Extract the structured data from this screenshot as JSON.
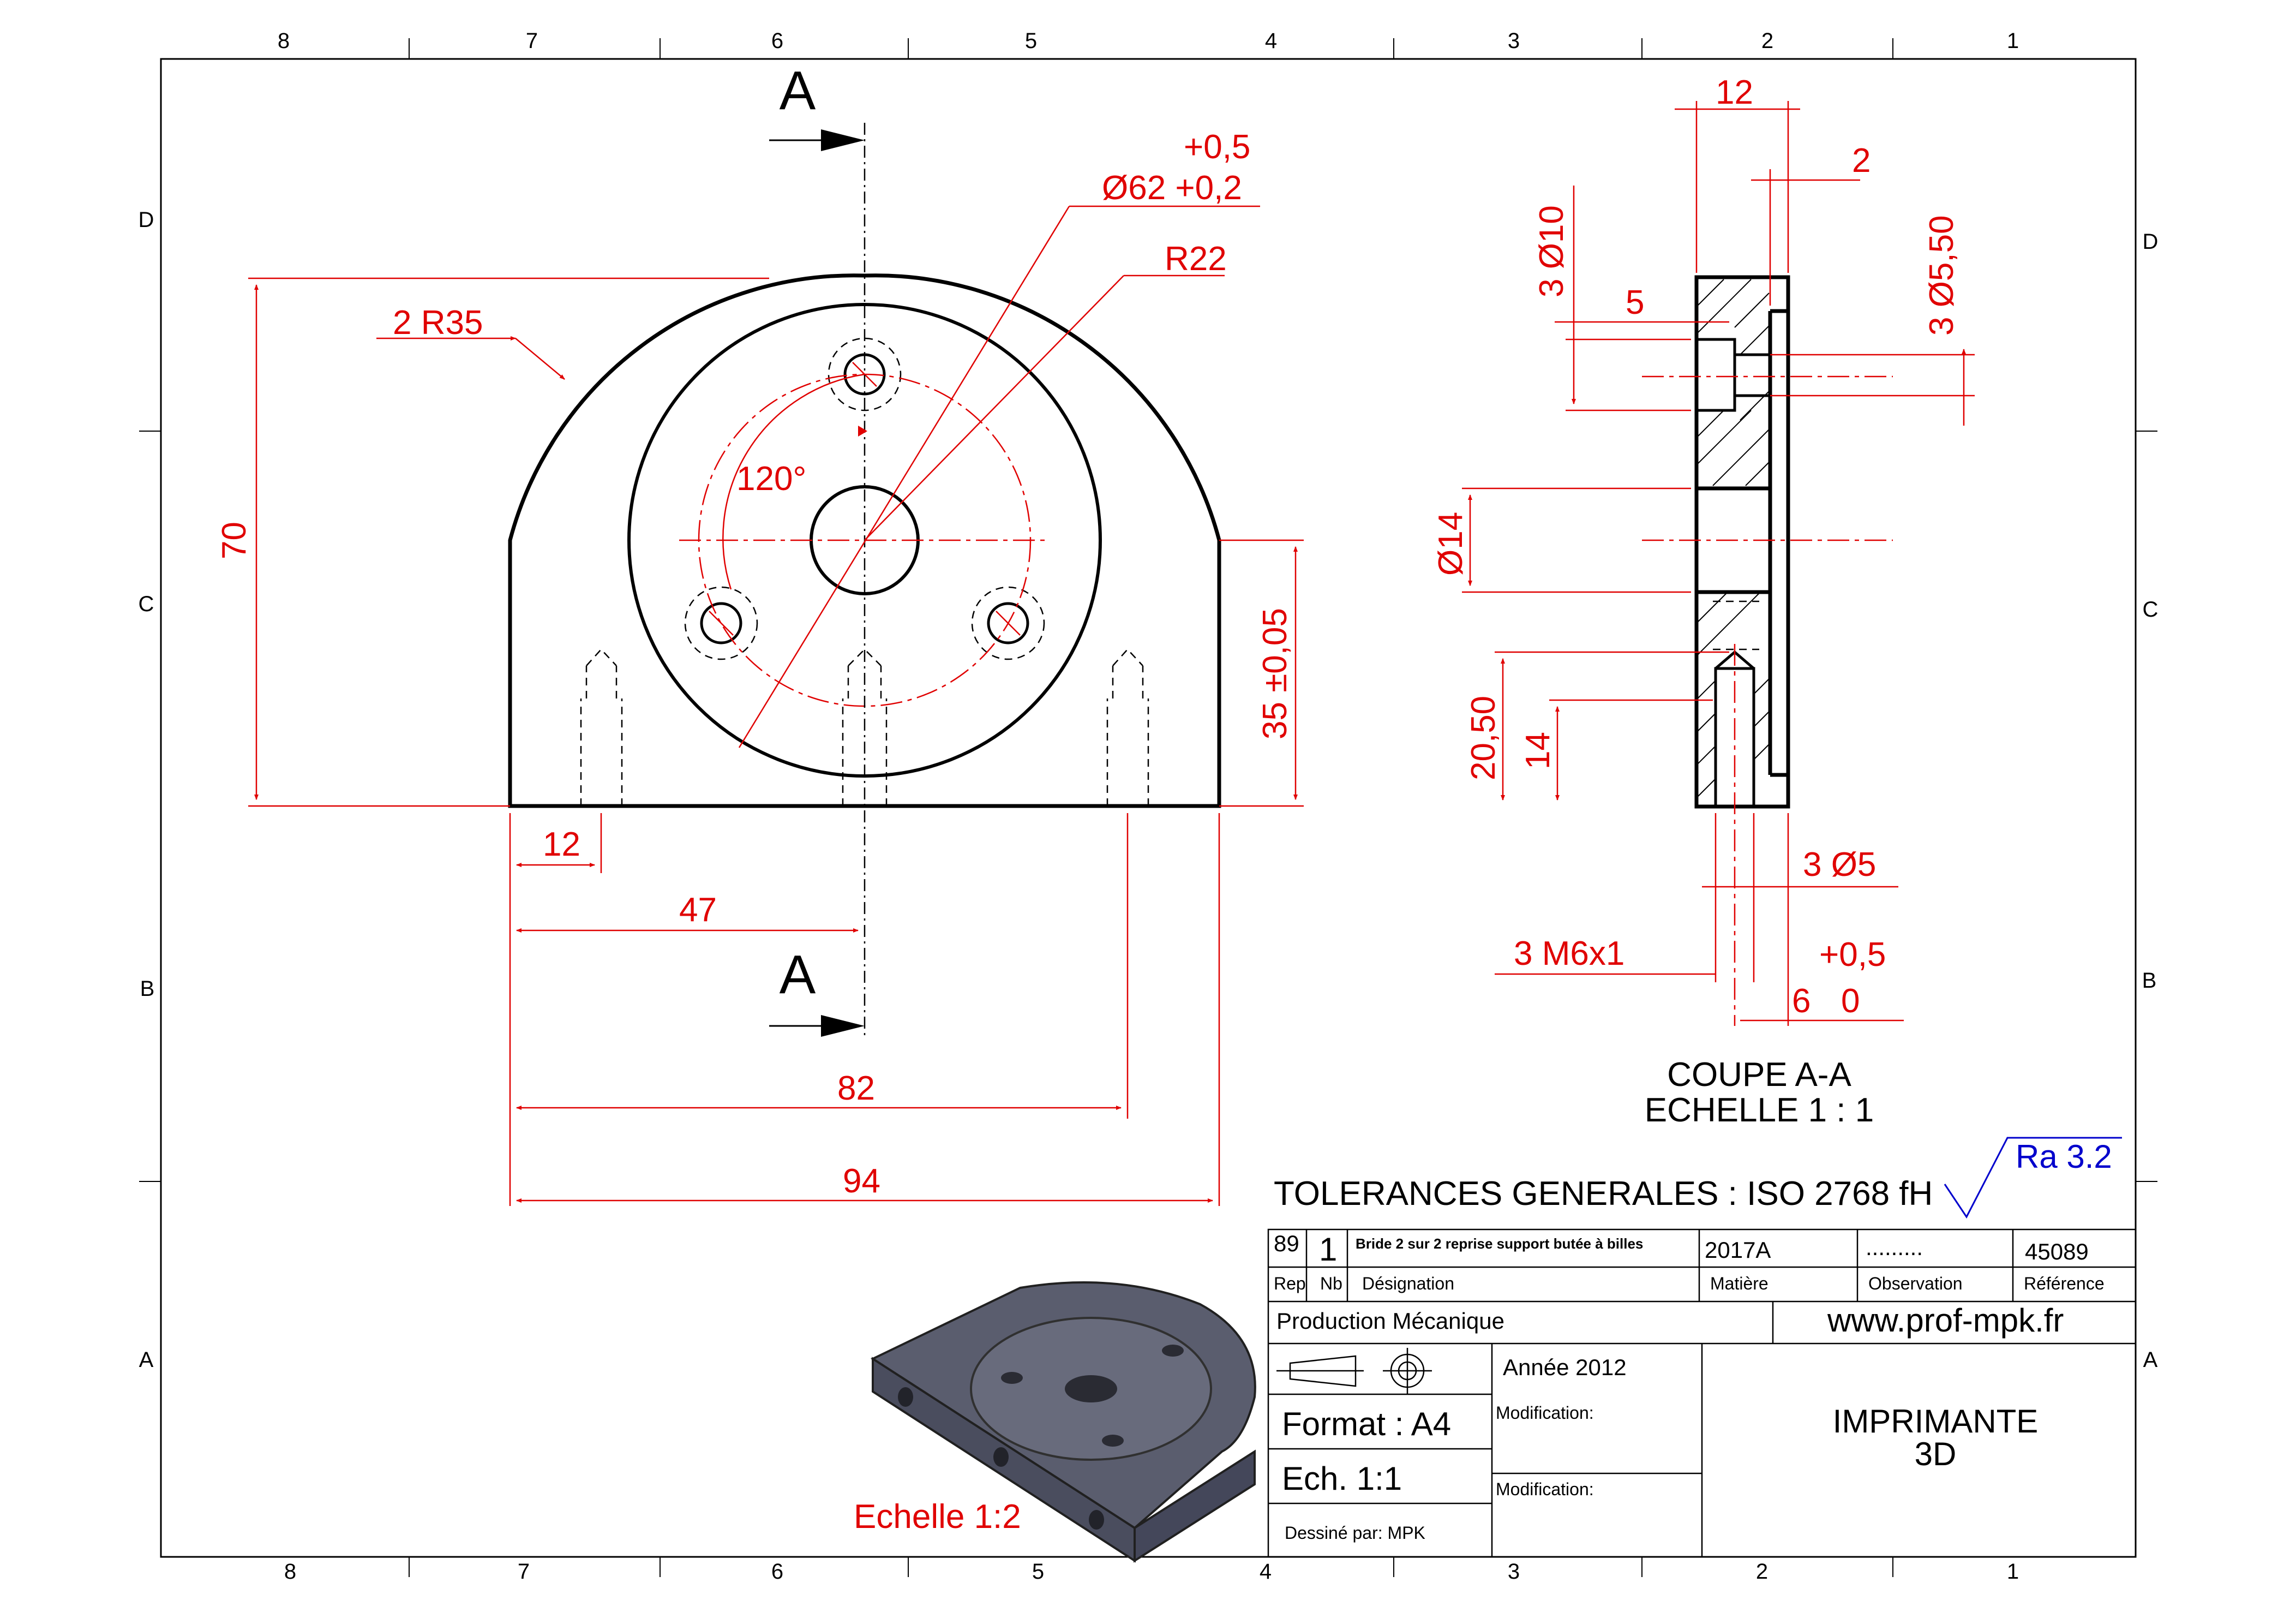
{
  "frame": {
    "cols_top": [
      "8",
      "7",
      "6",
      "5",
      "4",
      "3",
      "2",
      "1"
    ],
    "cols_bottom": [
      "8",
      "7",
      "6",
      "5",
      "4",
      "3",
      "2",
      "1"
    ],
    "rows_left": [
      "D",
      "C",
      "B",
      "A"
    ],
    "rows_right": [
      "D",
      "C",
      "B",
      "A"
    ]
  },
  "front_view": {
    "section_label_top": "A",
    "section_label_bottom": "A",
    "dims": {
      "tol_upper": "+0,5",
      "dia_62": "Ø62 +0,2",
      "r22": "R22",
      "r35": "2 R35",
      "angle": "120°",
      "h70": "70",
      "h35": "35 ±0,05",
      "w12": "12",
      "w47": "47",
      "w82": "82",
      "w94": "94"
    }
  },
  "section_view": {
    "dims": {
      "top12": "12",
      "top2": "2",
      "cbore": "3 Ø10",
      "hole550": "3 Ø5,50",
      "depth5": "5",
      "bore14": "Ø14",
      "h2050": "20,50",
      "h14": "14",
      "dia5": "3 Ø5",
      "thread": "3 M6x1",
      "tol_plus": "+0,5",
      "depth6": "6",
      "tol_zero": "0"
    },
    "caption_line1": "COUPE A-A",
    "caption_line2": "ECHELLE 1 : 1"
  },
  "iso_view": {
    "scale_label": "Echelle 1:2"
  },
  "tolerances": {
    "general": "TOLERANCES GENERALES : ISO 2768 fH",
    "roughness": "Ra 3.2"
  },
  "title_block": {
    "rep_value": "89",
    "nb_value": "1",
    "designation_value": "Bride 2 sur 2 reprise support butée à billes",
    "matiere_value": "2017A",
    "observation_value": ".........",
    "reference_value": "45089",
    "rep_label": "Rep",
    "nb_label": "Nb",
    "designation_label": "Désignation",
    "matiere_label": "Matière",
    "observation_label": "Observation",
    "reference_label": "Référence",
    "production": "Production Mécanique",
    "website": "www.prof-mpk.fr",
    "annee": "Année 2012",
    "format": "Format : A4",
    "echelle": "Ech. 1:1",
    "dessine": "Dessiné par: MPK",
    "modification1": "Modification:",
    "modification2": "Modification:",
    "project_line1": "IMPRIMANTE",
    "project_line2": "3D"
  }
}
